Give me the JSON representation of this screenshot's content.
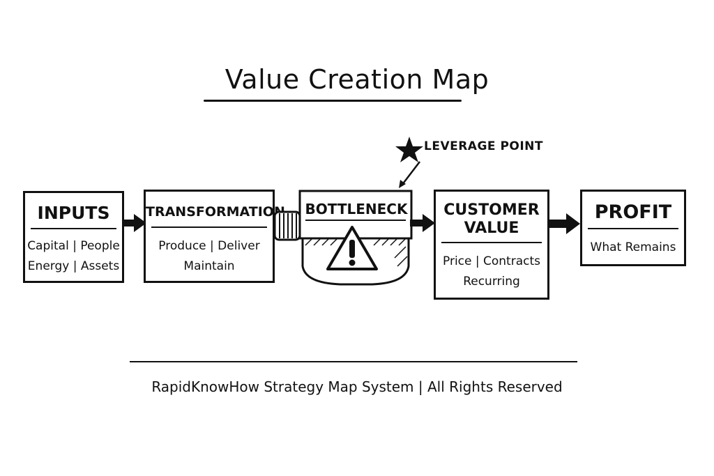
{
  "title": "Value Creation Map",
  "leverage_label": "LEVERAGE POINT",
  "boxes": {
    "inputs": {
      "heading": "INPUTS",
      "lines": [
        "Capital | People",
        "Energy | Assets"
      ]
    },
    "transformation": {
      "heading": "TRANSFORMATION",
      "lines": [
        "Produce | Deliver",
        "Maintain"
      ]
    },
    "bottleneck": {
      "heading": "BOTTLENECK"
    },
    "customer_value": {
      "heading_line1": "CUSTOMER",
      "heading_line2": "VALUE",
      "lines": [
        "Price | Contracts",
        "Recurring"
      ]
    },
    "profit": {
      "heading": "PROFIT",
      "lines": [
        "What Remains"
      ]
    }
  },
  "footer": "RapidKnowHow Strategy Map System  |  All Rights Reserved",
  "icons": [
    "star-icon",
    "warning-icon",
    "arrow-right-icon",
    "pointer-arrow-icon"
  ]
}
